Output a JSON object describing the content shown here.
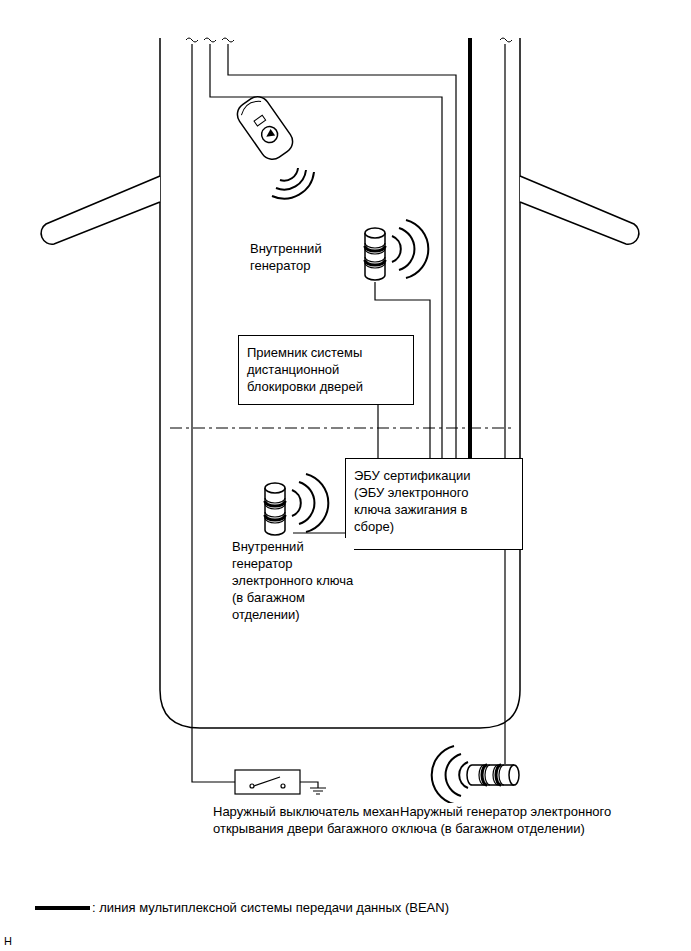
{
  "diagram": {
    "nodes": [
      {
        "text": [
          "Приемник системы дистанционной блокировки дверей"
        ]
      },
      {
        "text": [
          "ЭБУ сертификации (ЭБУ электронного ключа зажигания в сборе)"
        ]
      }
    ],
    "edges": [
      {
        "from": 0,
        "to": 1,
        "arrow": "none"
      }
    ],
    "labels": [
      "Внутренний генератор",
      "Внутренний генератор электронного ключа (в багажном отделении)",
      "Наружный выключатель механизма открывания двери багажного отделения",
      "Наружный генератор электронного ключа (в багажном отделении)",
      "H"
    ],
    "legend": [
      {
        "text": ": линия мультиплексной системы передачи данных (BEAN)"
      }
    ]
  }
}
